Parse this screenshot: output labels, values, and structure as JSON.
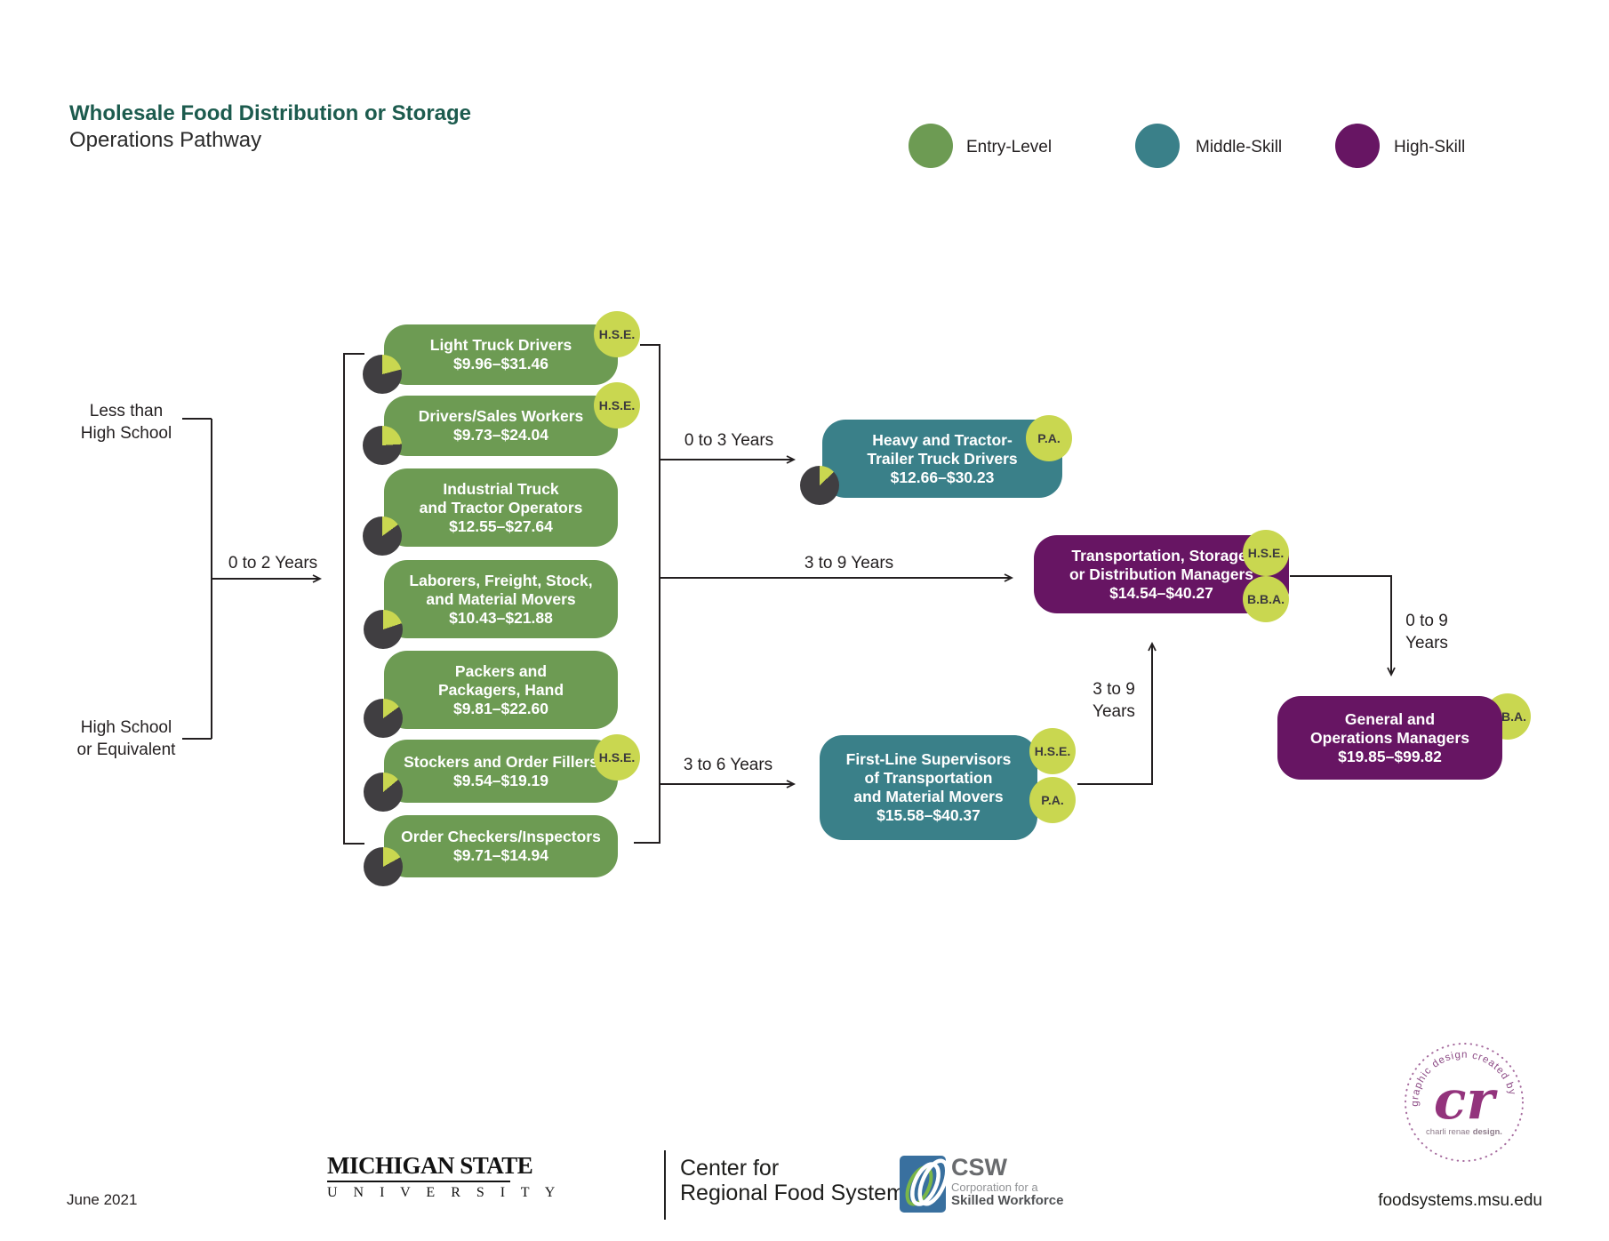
{
  "title": {
    "heading": "Wholesale Food Distribution or Storage",
    "subheading": "Operations Pathway"
  },
  "legend": {
    "items": [
      {
        "label": "Entry-Level",
        "color": "#6d9b53"
      },
      {
        "label": "Middle-Skill",
        "color": "#3a8089"
      },
      {
        "label": "High-Skill",
        "color": "#671563"
      }
    ]
  },
  "education_labels": {
    "less_than_hs": "Less than\nHigh School",
    "hs_or_equivalent": "High School\nor Equivalent"
  },
  "path_labels": {
    "entry_arrow": "0 to 2 Years",
    "to_heavy_drivers": "0 to 3 Years",
    "to_distribution_managers": "3 to 9 Years",
    "to_supervisors": "3 to 6 Years",
    "supervisors_to_managers": "3 to 9\nYears",
    "managers_to_general": "0 to 9\nYears"
  },
  "jobs": {
    "entry": [
      {
        "title": "Light Truck Drivers",
        "wage": "$9.96–$31.46",
        "badges": [
          "H.S.E."
        ],
        "pie_fraction": 0.21
      },
      {
        "title": "Drivers/Sales Workers",
        "wage": "$9.73–$24.04",
        "badges": [
          "H.S.E."
        ],
        "pie_fraction": 0.24
      },
      {
        "title": "Industrial Truck\nand Tractor Operators",
        "wage": "$12.55–$27.64",
        "badges": [],
        "pie_fraction": 0.15
      },
      {
        "title": "Laborers, Freight, Stock,\nand Material Movers",
        "wage": "$10.43–$21.88",
        "badges": [],
        "pie_fraction": 0.2
      },
      {
        "title": "Packers and\nPackagers, Hand",
        "wage": "$9.81–$22.60",
        "badges": [],
        "pie_fraction": 0.15
      },
      {
        "title": "Stockers and Order Fillers",
        "wage": "$9.54–$19.19",
        "badges": [
          "H.S.E."
        ],
        "pie_fraction": 0.14
      },
      {
        "title": "Order Checkers/Inspectors",
        "wage": "$9.71–$14.94",
        "badges": [],
        "pie_fraction": 0.17
      }
    ],
    "middle": [
      {
        "title": "Heavy and Tractor-\nTrailer Truck Drivers",
        "wage": "$12.66–$30.23",
        "badges": [
          "P.A."
        ],
        "pie_fraction": 0.13
      },
      {
        "title": "First-Line Supervisors\nof Transportation\nand Material Movers",
        "wage": "$15.58–$40.37",
        "badges": [
          "H.S.E.",
          "P.A."
        ]
      }
    ],
    "high": [
      {
        "title": "Transportation, Storage,\nor Distribution Managers",
        "wage": "$14.54–$40.27",
        "badges": [
          "H.S.E.",
          "B.B.A."
        ]
      },
      {
        "title": "General and\nOperations Managers",
        "wage": "$19.85–$99.82",
        "badges": [
          "B.B.A."
        ]
      }
    ]
  },
  "colors": {
    "entry": "#6d9b53",
    "middle": "#3a8089",
    "high": "#671563",
    "badge": "#c9d750",
    "pie_dark": "#403e41",
    "title_green": "#1c5b4e",
    "line": "#231f20"
  },
  "footer": {
    "date": "June 2021",
    "msu_line1": "MICHIGAN STATE",
    "msu_line2": "U N I V E R S I T Y",
    "crfs": "Center for\nRegional Food Systems",
    "csw_abbr": "CSW",
    "csw_sub1": "Corporation for a",
    "csw_sub2": "Skilled Workforce",
    "website": "foodsystems.msu.edu",
    "credit_arc": "graphic design created by",
    "credit_monogram": "cr",
    "credit_name1": "charli renae",
    "credit_name2": "design."
  }
}
